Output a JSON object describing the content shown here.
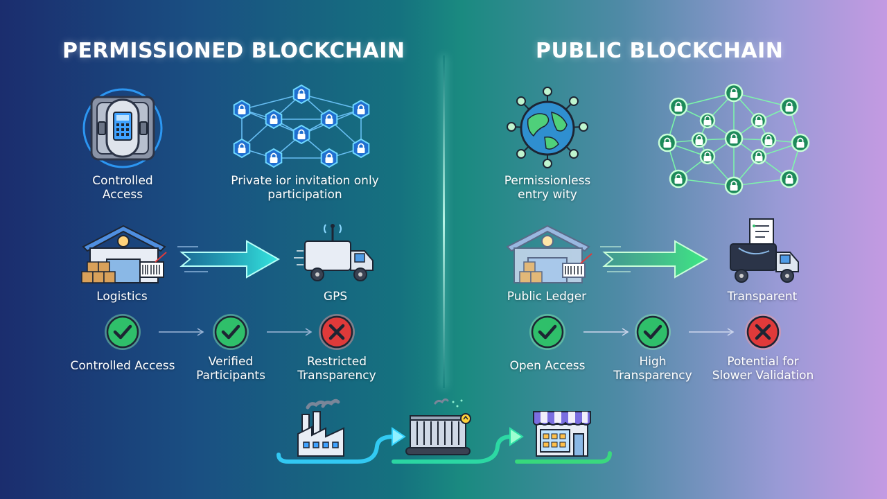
{
  "left": {
    "title": "PERMISSIONED BLOCKCHAIN",
    "icon1_label": "Controlled\nAccess",
    "icon2_label": "Private ior invitation only\nparticipation",
    "flow_from_label": "Logistics",
    "flow_to_label": "GPS",
    "steps": [
      {
        "label": "Controlled Access",
        "status": "check"
      },
      {
        "label": "Verified\nParticipants",
        "status": "check"
      },
      {
        "label": "Restricted\nTransparency",
        "status": "cross"
      }
    ]
  },
  "right": {
    "title": "PUBLIC BLOCKCHAIN",
    "icon1_label": "Permissionless\nentry wity",
    "flow_from_label": "Public Ledger",
    "flow_to_label": "Transparent",
    "steps": [
      {
        "label": "Open Access",
        "status": "check"
      },
      {
        "label": "High\nTransparency",
        "status": "check"
      },
      {
        "label": "Potential for\nSlower Validation",
        "status": "cross"
      }
    ]
  },
  "colors": {
    "check": "#2fbf6a",
    "cross": "#e03a3a",
    "left_accent": "#2fd9e0",
    "right_accent": "#39e07a"
  },
  "icons": {
    "left_top": [
      "vault-lock-icon",
      "private-network-icon"
    ],
    "right_top": [
      "globe-network-icon",
      "public-network-icon"
    ],
    "bottom": [
      "factory-icon",
      "shipping-container-icon",
      "store-icon"
    ]
  }
}
